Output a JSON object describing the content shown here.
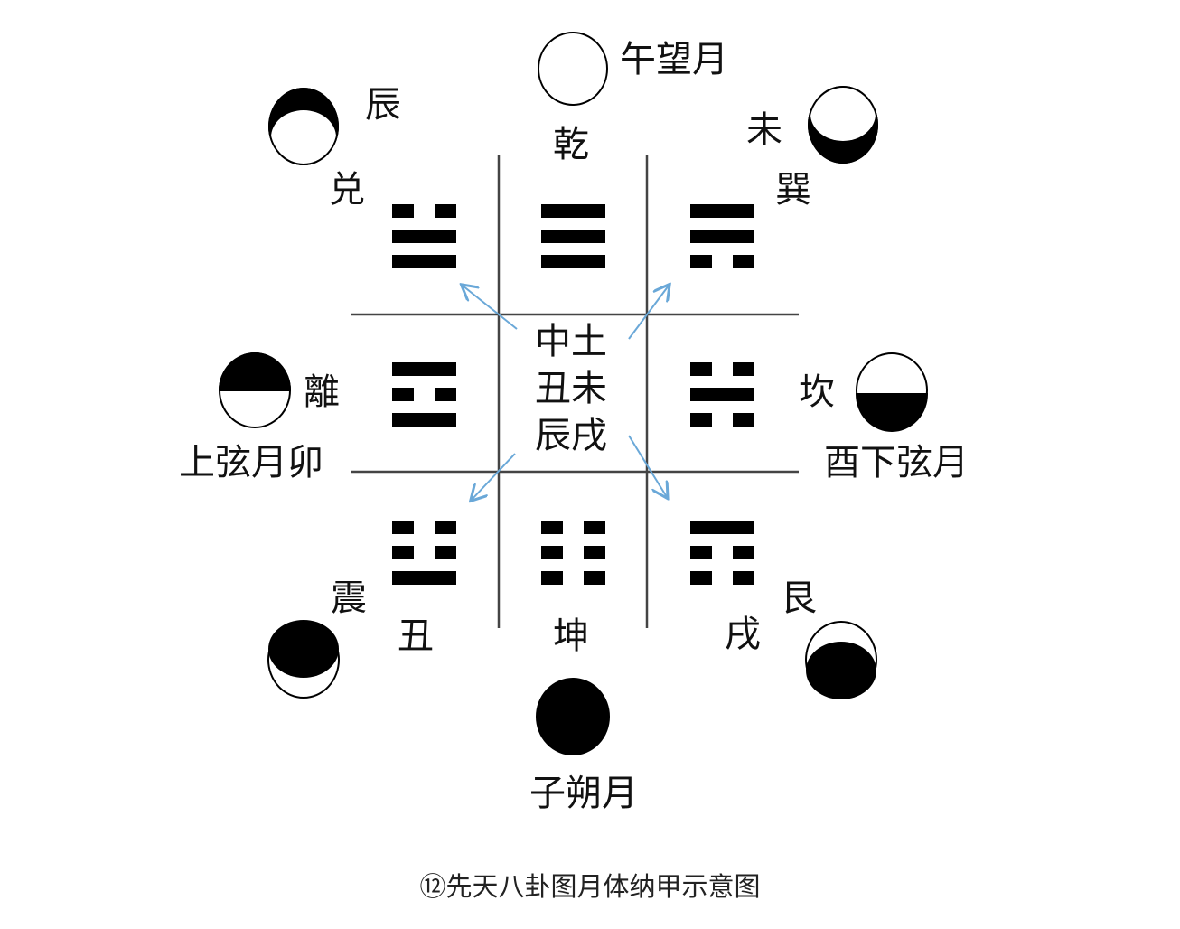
{
  "trigrams": {
    "dui": {
      "name": "兑",
      "lines": [
        0,
        1,
        1
      ]
    },
    "qian": {
      "name": "乾",
      "lines": [
        1,
        1,
        1
      ]
    },
    "xun": {
      "name": "巽",
      "lines": [
        1,
        1,
        0
      ]
    },
    "li": {
      "name": "離",
      "lines": [
        1,
        0,
        1
      ]
    },
    "kan": {
      "name": "坎",
      "lines": [
        0,
        1,
        0
      ]
    },
    "zhen": {
      "name": "震",
      "lines": [
        0,
        0,
        1
      ]
    },
    "kun": {
      "name": "坤",
      "lines": [
        0,
        0,
        0
      ]
    },
    "gen": {
      "name": "艮",
      "lines": [
        1,
        0,
        0
      ]
    }
  },
  "moon_labels": {
    "wu": "午望月",
    "chen": "辰",
    "wei": "未",
    "mao": "上弦月卯",
    "you": "酉下弦月",
    "chou": "丑",
    "xu": "戌",
    "zi": "子朔月"
  },
  "center": {
    "line1": "中土",
    "line2": "丑未",
    "line3": "辰戌"
  },
  "caption": "⑫先天八卦图月体纳甲示意图",
  "colors": {
    "arrow": "#6aa8d8",
    "ink": "#000000",
    "grid": "#444444"
  }
}
